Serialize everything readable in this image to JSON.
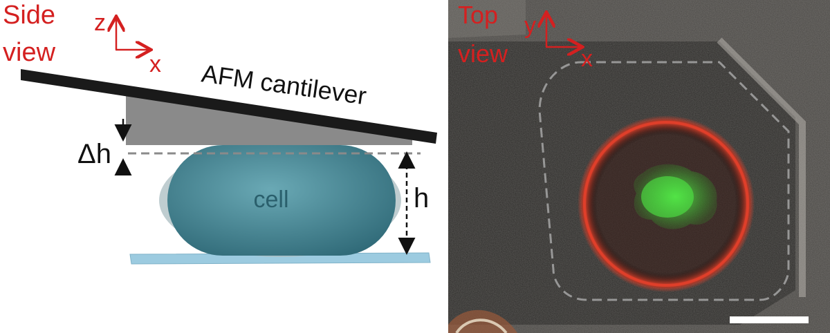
{
  "side_view": {
    "label_line1": "Side",
    "label_line2": "view",
    "axis_vertical": "z",
    "axis_horizontal": "x",
    "cantilever_label": "AFM cantilever",
    "delta_h_label": "Δh",
    "height_label": "h",
    "cell_label": "cell"
  },
  "top_view": {
    "label_line1": "Top",
    "label_line2": "view",
    "axis_vertical": "y",
    "axis_horizontal": "x"
  },
  "colors": {
    "annotation_red": "#d42020",
    "cantilever": "#1a1a1a",
    "wedge": "#8a8a8a",
    "cell_body": "#3f7d8a",
    "cell_shadow": "#a9bcc0",
    "substrate": "#9ccbe0",
    "membrane_red": "#e2402a",
    "nucleus_green": "#3fd23a",
    "scale_bar": "#ffffff"
  }
}
